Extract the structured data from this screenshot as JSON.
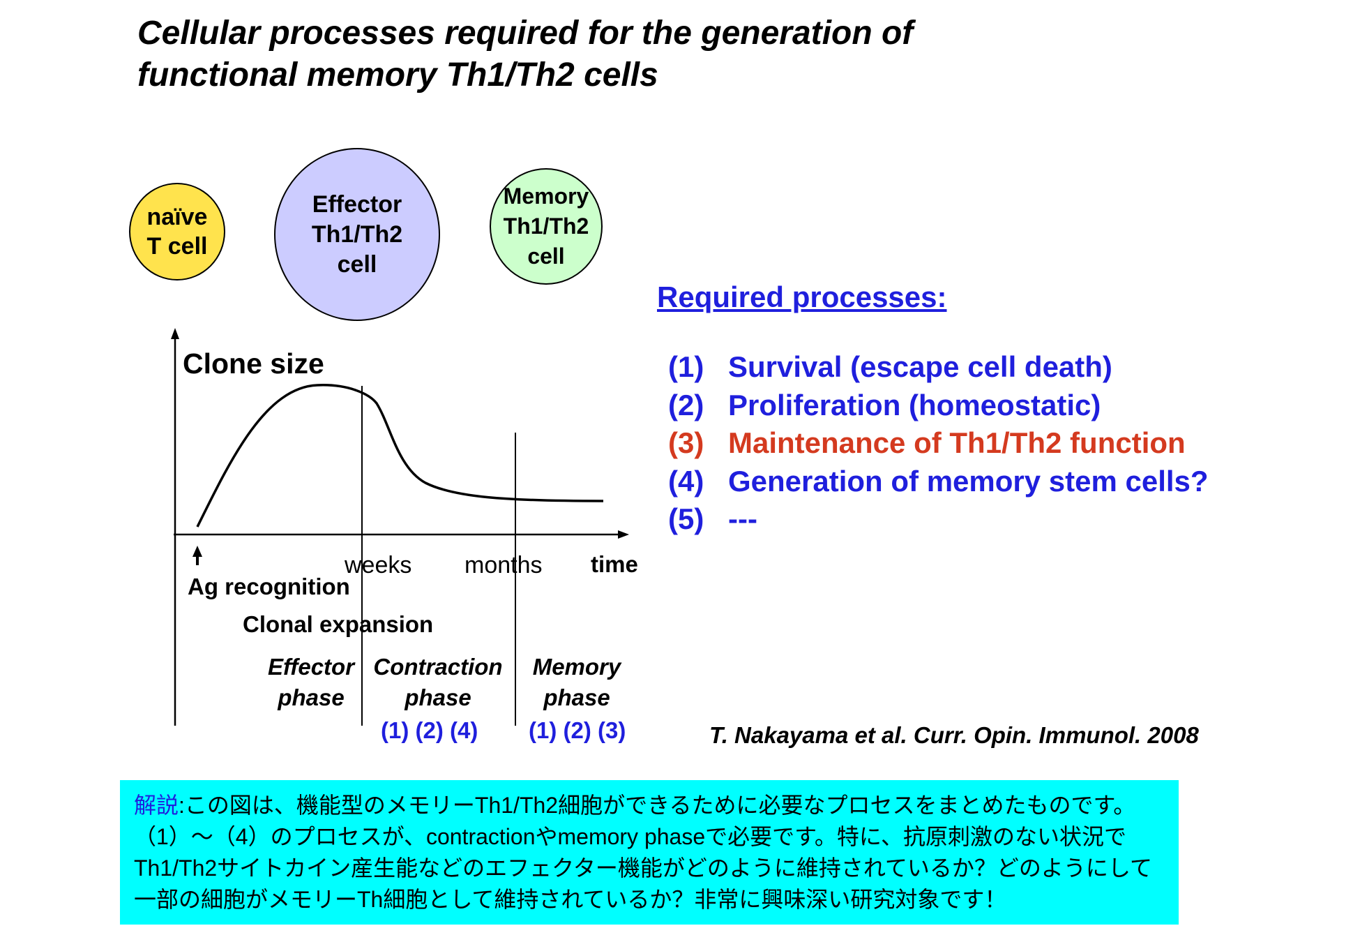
{
  "title": {
    "line1": "Cellular processes required for the generation of",
    "line2": "functional memory Th1/Th2 cells"
  },
  "cells": {
    "naive": {
      "line1": "naïve",
      "line2": "T cell"
    },
    "effector": {
      "line1": "Effector",
      "line2": "Th1/Th2",
      "line3": "cell"
    },
    "memory": {
      "line1": "Memory",
      "line2": "Th1/Th2",
      "line3": "cell"
    }
  },
  "graph": {
    "ylabel": "Clone size",
    "ticks": {
      "weeks": "weeks",
      "months": "months",
      "time": "time"
    },
    "ag_recognition": "Ag recognition",
    "clonal_expansion": "Clonal expansion",
    "phases": {
      "effector": {
        "line1": "Effector",
        "line2": "phase"
      },
      "contraction": {
        "line1": "Contraction",
        "line2": "phase",
        "processes": "(1) (2) (4)"
      },
      "memory": {
        "line1": "Memory",
        "line2": "phase",
        "processes": "(1) (2) (3)"
      }
    }
  },
  "required": {
    "heading": "Required processes:",
    "items": [
      {
        "num": "(1)",
        "text": "Survival (escape cell death)",
        "color": "#1f1fdd"
      },
      {
        "num": "(2)",
        "text": "Proliferation (homeostatic)",
        "color": "#1f1fdd"
      },
      {
        "num": "(3)",
        "text": "Maintenance of Th1/Th2 function",
        "color": "#d43a1f"
      },
      {
        "num": "(4)",
        "text": "Generation of memory stem cells?",
        "color": "#1f1fdd"
      },
      {
        "num": "(5)",
        "text": "---",
        "color": "#1f1fdd"
      }
    ]
  },
  "citation": "T. Nakayama et al.  Curr. Opin. Immunol. 2008",
  "note": {
    "lead": "解説",
    "line1_rest": ":この図は、機能型のメモリーTh1/Th2細胞ができるために必要なプロセスをまとめたものです。",
    "line2": "（1）～（4）のプロセスが、contractionやmemory phaseで必要です。特に、抗原刺激のない状況で",
    "line3": "Th1/Th2サイトカイン産生能などのエフェクター機能がどのように維持されているか？どのようにして",
    "line4": "一部の細胞がメモリーTh細胞として維持されているか？非常に興味深い研究対象です！"
  },
  "colors": {
    "naive_fill": "#ffe34d",
    "effector_fill": "#ccccff",
    "memory_fill": "#ccffcc",
    "blue_text": "#1f1fdd",
    "red_text": "#d43a1f",
    "note_bg": "#00ffff"
  }
}
